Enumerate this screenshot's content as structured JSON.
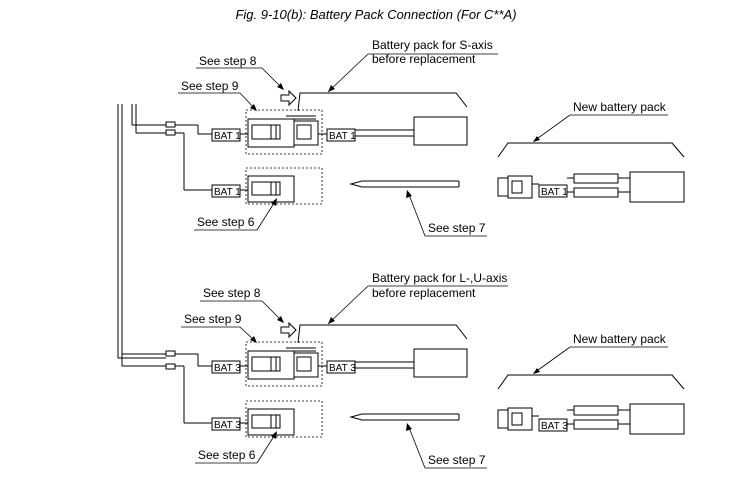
{
  "title": "Fig. 9-10(b): Battery Pack Connection (For C**A)",
  "sections": [
    {
      "battery_label": [
        "Battery pack for S-axis",
        "before replacement"
      ],
      "step8": "See step 8",
      "step9": "See step 9",
      "step6": "See step 6",
      "step7": "See step 7",
      "new_pack": "New battery pack",
      "bat_left_top": "BAT 1",
      "bat_right_top": "BAT 1",
      "bat_left_bottom": "BAT 1",
      "bat_new": "BAT 1"
    },
    {
      "battery_label": [
        "Battery pack for L-,U-axis",
        "before replacement"
      ],
      "step8": "See step 8",
      "step9": "See step 9",
      "step6": "See step 6",
      "step7": "See step 7",
      "new_pack": "New battery pack",
      "bat_left_top": "BAT 3",
      "bat_right_top": "BAT 3",
      "bat_left_bottom": "BAT 3",
      "bat_new": "BAT 3"
    }
  ]
}
